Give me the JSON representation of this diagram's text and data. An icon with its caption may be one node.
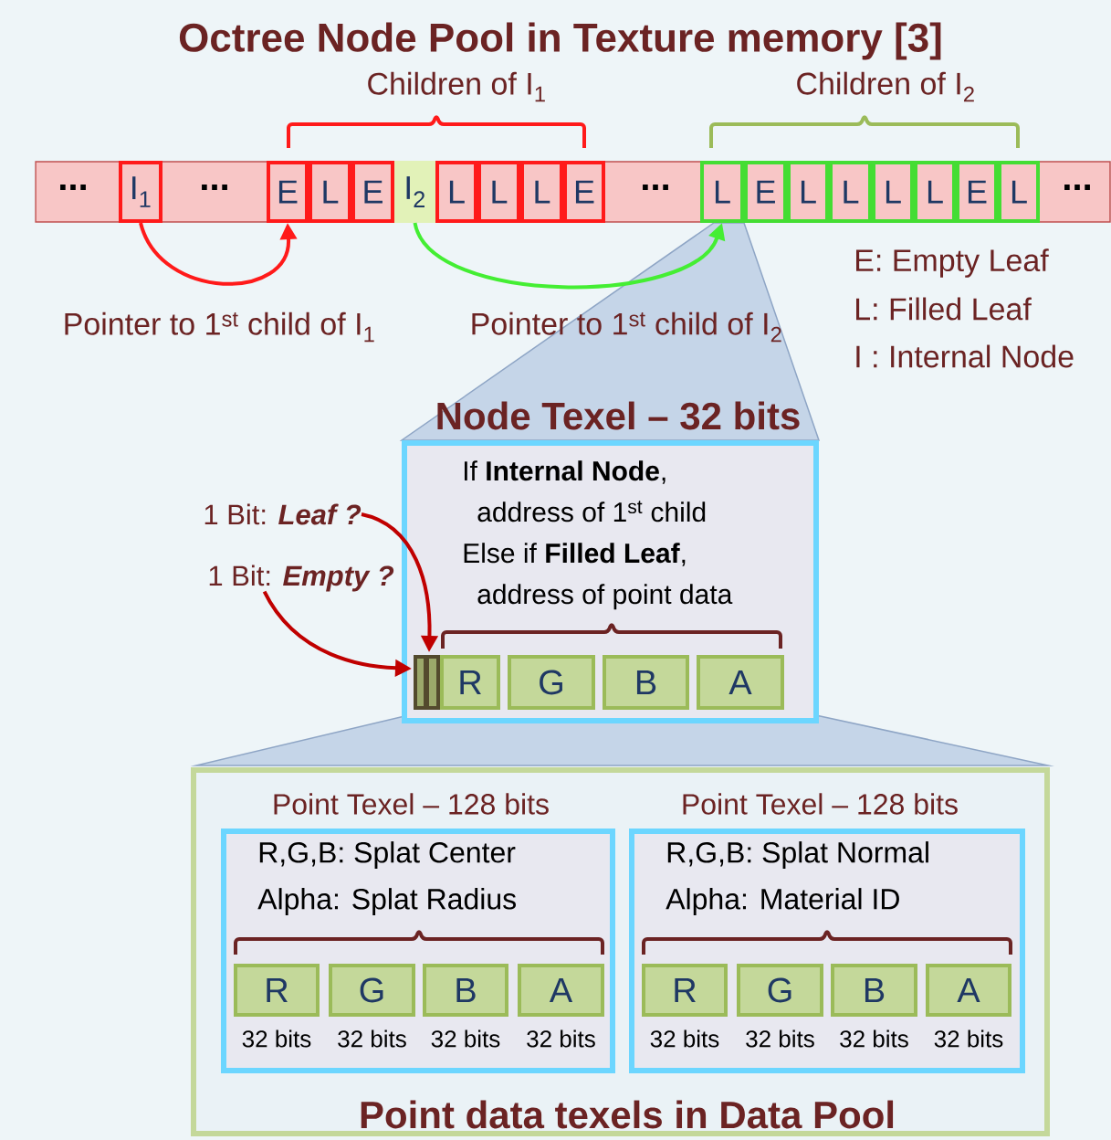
{
  "diagram": {
    "title": "Octree Node Pool in Texture memory [3]",
    "nodes": [
      {
        "text": [
          "...",
          "...",
          "...",
          "..."
        ]
      },
      {
        "text": [
          "I$_{1}$"
        ],
        "in": 0
      },
      {
        "text": [
          "E"
        ],
        "in": 0
      },
      {
        "text": [
          "L"
        ],
        "in": 0
      },
      {
        "text": [
          "E"
        ],
        "in": 0
      },
      {
        "text": [
          "I$_{2}$"
        ],
        "in": 0
      },
      {
        "text": [
          "L"
        ],
        "in": 0
      },
      {
        "text": [
          "L"
        ],
        "in": 0
      },
      {
        "text": [
          "L"
        ],
        "in": 0
      },
      {
        "text": [
          "E"
        ],
        "in": 0
      },
      {
        "text": [
          "L"
        ],
        "in": 0
      },
      {
        "text": [
          "E"
        ],
        "in": 0
      },
      {
        "text": [
          "L"
        ],
        "in": 0
      },
      {
        "text": [
          "L"
        ],
        "in": 0
      },
      {
        "text": [
          "L"
        ],
        "in": 0
      },
      {
        "text": [
          "L"
        ],
        "in": 0
      },
      {
        "text": [
          "E"
        ],
        "in": 0
      },
      {
        "text": [
          "L"
        ],
        "in": 0
      },
      {
        "text": [
          "Node Texel – 32 bits",
          "If **Internal Node**, address of 1$^{st}$ child",
          "Else if **Filled Leaf**, address of point data"
        ]
      },
      {
        "text": [],
        "shape": "box",
        "in": 18
      },
      {
        "text": [
          "R"
        ],
        "in": 18
      },
      {
        "text": [
          "G"
        ],
        "in": 18
      },
      {
        "text": [
          "B"
        ],
        "in": 18
      },
      {
        "text": [
          "A"
        ],
        "in": 18
      },
      {
        "text": [
          "1 Bit: **Leaf ?**"
        ]
      },
      {
        "text": [
          "1 Bit: **Empty ?**"
        ]
      },
      {
        "text": [
          "Point data texels in Data Pool"
        ]
      },
      {
        "text": [
          "Point Texel – 128 bits",
          "R,G,B: Splat Center",
          "Alpha: Splat Radius"
        ],
        "in": 26
      },
      {
        "text": [
          "R"
        ],
        "in": 27,
        "beside": [
          "32 bits"
        ]
      },
      {
        "text": [
          "G"
        ],
        "in": 27,
        "beside": [
          "32 bits"
        ]
      },
      {
        "text": [
          "B"
        ],
        "in": 27,
        "beside": [
          "32 bits"
        ]
      },
      {
        "text": [
          "A"
        ],
        "in": 27,
        "beside": [
          "32 bits"
        ]
      },
      {
        "text": [
          "Point Texel – 128 bits",
          "R,G,B: Splat Normal",
          "Alpha: Material ID"
        ],
        "in": 26
      },
      {
        "text": [
          "R"
        ],
        "in": 32,
        "beside": [
          "32 bits"
        ]
      },
      {
        "text": [
          "G"
        ],
        "in": 32,
        "beside": [
          "32 bits"
        ]
      },
      {
        "text": [
          "B"
        ],
        "in": 32,
        "beside": [
          "32 bits"
        ]
      },
      {
        "text": [
          "A"
        ],
        "in": 32,
        "beside": [
          "32 bits"
        ]
      }
    ],
    "edges": [
      {
        "from": 1,
        "to": 2,
        "arrow": "to",
        "label": "Pointer to 1$^{st}$ child of I$_{1}$",
        "color": "#ff1a1a"
      },
      {
        "from": 5,
        "to": 10,
        "arrow": "to",
        "label": "Pointer to 1$^{st}$ child of I$_{2}$",
        "color": "#44ee33"
      },
      {
        "from": 24,
        "to": 19,
        "arrow": "to",
        "color": "#c00000"
      },
      {
        "from": 25,
        "to": 19,
        "arrow": "to",
        "color": "#c00000"
      }
    ],
    "labels": [
      "Children of I$_{1}$",
      "Children of I$_{2}$",
      "E: Empty Leaf",
      "L: Filled Leaf",
      "I : Internal Node"
    ]
  }
}
